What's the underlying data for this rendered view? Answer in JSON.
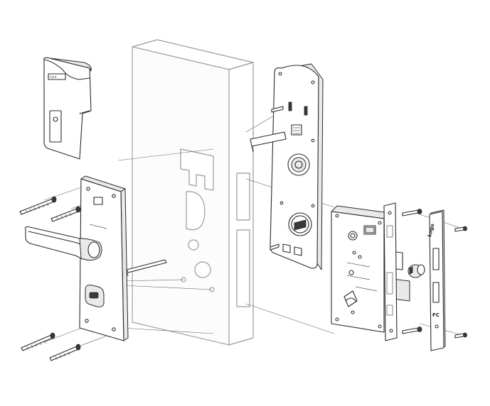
{
  "diagram": {
    "type": "exploded-assembly",
    "background": "#ffffff",
    "line_color": "#2a2a2a",
    "door_line_color": "#9a9a9a"
  },
  "markings": {
    "card_unit_label": "Card",
    "faceplate_logo": "Logo",
    "faceplate_mark": "FC"
  }
}
